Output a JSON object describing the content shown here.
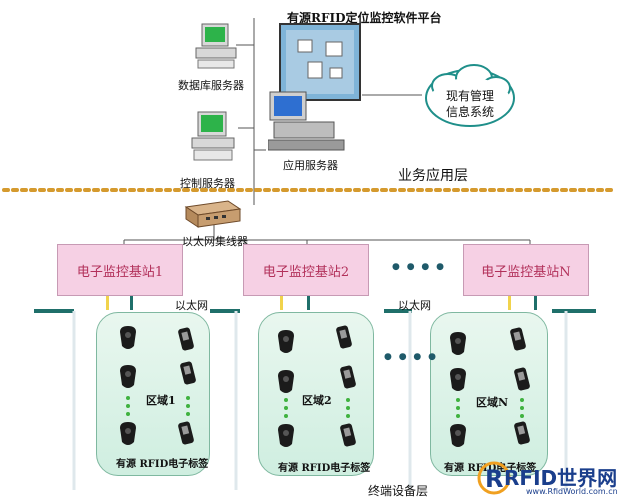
{
  "title": "有源RFID定位监控软件平台",
  "servers": {
    "database": "数据库服务器",
    "control": "控制服务器",
    "application": "应用服务器",
    "hub": "以太网集线器"
  },
  "cloud": {
    "line1": "现有管理",
    "line2": "信息系统"
  },
  "layers": {
    "business": "业务应用层",
    "terminal": "终端设备层"
  },
  "stations": {
    "s1": "电子监控基站1",
    "s2": "电子监控基站2",
    "sn": "电子监控基站N",
    "dots": "● ● ● ●"
  },
  "network": {
    "ethernet": "以太网"
  },
  "zones": {
    "z1": {
      "label": "区域1",
      "footer": "有源 RFID电子标签"
    },
    "z2": {
      "label": "区域2",
      "footer": "有源 RFID电子标签"
    },
    "zn": {
      "label": "区域N",
      "footer": "有源 RFID电子标签"
    },
    "dots": "● ● ● ●"
  },
  "logo": {
    "main": "RFID世界网",
    "url": "www.RfidWorld.com.cn"
  },
  "colors": {
    "dotted_line": "#d59a2e",
    "station_fill": "#f6d0e4",
    "station_text": "#b2305a",
    "teal": "#1f6f6a",
    "zone_fill": "#d8f2e4",
    "monitor_screen": "#2db34a"
  }
}
